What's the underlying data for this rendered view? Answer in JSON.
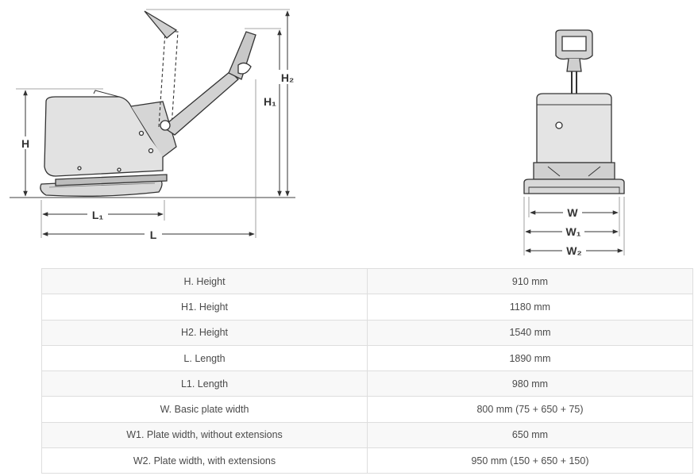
{
  "diagram": {
    "labels": {
      "h": "H",
      "h1": "H₁",
      "h2": "H₂",
      "l": "L",
      "l1": "L₁",
      "w": "W",
      "w1": "W₁",
      "w2": "W₂"
    },
    "colors": {
      "line": "#333333",
      "machine_fill": "#d7d7d7",
      "body_fill": "#e2e2e2",
      "table_border": "#dedede",
      "row_shade": "#f8f8f8"
    }
  },
  "specs": {
    "rows": [
      {
        "label": "H. Height",
        "value": "910 mm"
      },
      {
        "label": "H1. Height",
        "value": "1180 mm"
      },
      {
        "label": "H2. Height",
        "value": "1540 mm"
      },
      {
        "label": "L. Length",
        "value": "1890 mm"
      },
      {
        "label": "L1. Length",
        "value": "980 mm"
      },
      {
        "label": "W. Basic plate width",
        "value": "800 mm (75 + 650 + 75)"
      },
      {
        "label": "W1. Plate width, without extensions",
        "value": "650 mm"
      },
      {
        "label": "W2. Plate width, with extensions",
        "value": "950 mm (150 + 650 + 150)"
      }
    ]
  }
}
